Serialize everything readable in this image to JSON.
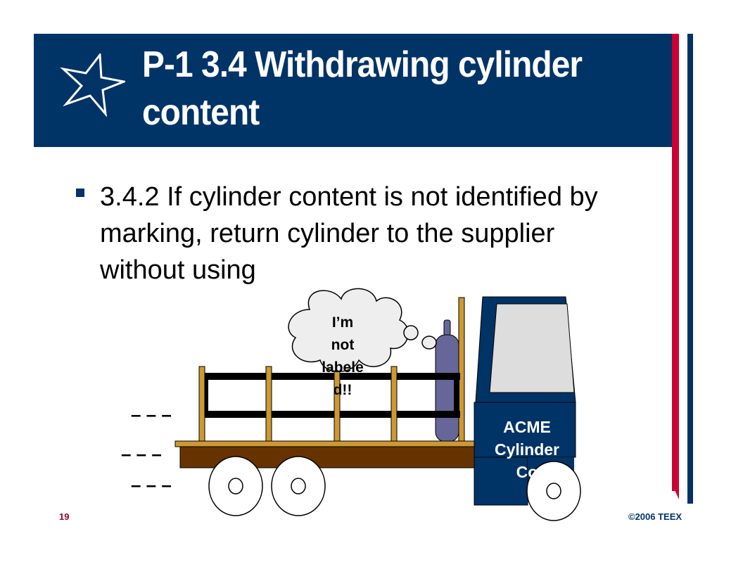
{
  "slide": {
    "title_line1": "P-1 3.4 Withdrawing cylinder",
    "title_line2": "content",
    "bullet_text": "3.4.2 If cylinder content is not identified by marking, return cylinder to the supplier without using",
    "page_number": "19",
    "copyright": "©2006 TEEX"
  },
  "illustration": {
    "bubble_lines": [
      "I’m",
      "not",
      "labele",
      "d!!"
    ],
    "cab_lines": [
      "ACME",
      "Cylinder",
      "Co"
    ],
    "motion_lines": [
      "– – –",
      "– – –",
      "– – –"
    ]
  },
  "colors": {
    "header_blue": "#003366",
    "stripe_red": "#cc0033",
    "truck_bed": "#663300",
    "rail_gold": "#cc9933",
    "cylinder": "#666699",
    "page_number_red": "#990033"
  },
  "icons": {
    "header_decoration": "star-icon"
  }
}
